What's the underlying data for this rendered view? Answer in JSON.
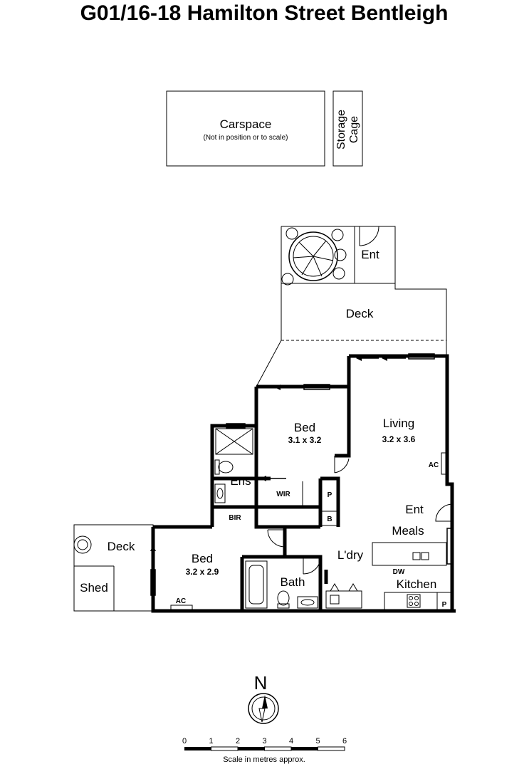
{
  "title": "G01/16-18 Hamilton Street Bentleigh",
  "carspace": {
    "label": "Carspace",
    "note": "(Not in position or to scale)"
  },
  "storage": {
    "line1": "Storage",
    "line2": "Cage"
  },
  "rooms": {
    "ent_top": "Ent",
    "deck_main": "Deck",
    "bed1": {
      "label": "Bed",
      "dims": "3.1 x 3.2"
    },
    "living": {
      "label": "Living",
      "dims": "3.2 x 3.6"
    },
    "ens": "Ens",
    "wir": "WIR",
    "bir": "BIR",
    "p_cupboard": "P",
    "b_cupboard": "B",
    "ent_mid": "Ent",
    "meals": "Meals",
    "laundry": "L'dry",
    "kitchen": "Kitchen",
    "dw": "DW",
    "p_kitchen": "P",
    "bath": "Bath",
    "bed2": {
      "label": "Bed",
      "dims": "3.2 x 2.9"
    },
    "ac_living": "AC",
    "ac_bed2": "AC",
    "deck_side": "Deck",
    "shed": "Shed"
  },
  "compass": {
    "north": "N"
  },
  "scale": {
    "ticks": [
      "0",
      "1",
      "2",
      "3",
      "4",
      "5",
      "6"
    ],
    "caption": "Scale in metres approx."
  }
}
